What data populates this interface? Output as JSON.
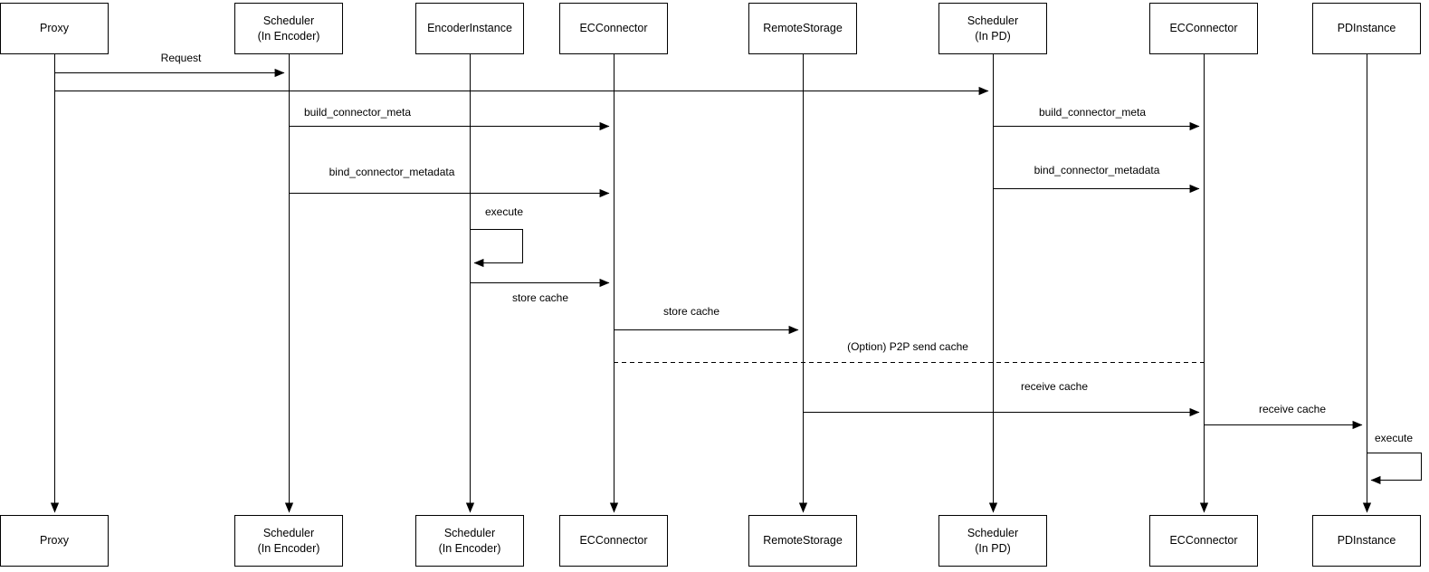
{
  "diagram": {
    "type": "sequence-diagram",
    "background": "#ffffff",
    "line_color": "#000000",
    "actors_top": [
      {
        "label": "Proxy"
      },
      {
        "label": "Scheduler\n(In Encoder)"
      },
      {
        "label": "EncoderInstance"
      },
      {
        "label": "ECConnector"
      },
      {
        "label": "RemoteStorage"
      },
      {
        "label": "Scheduler\n(In PD)"
      },
      {
        "label": "ECConnector"
      },
      {
        "label": "PDInstance"
      }
    ],
    "actors_bottom": [
      {
        "label": "Proxy"
      },
      {
        "label": "Scheduler\n(In Encoder)"
      },
      {
        "label": "Scheduler\n(In Encoder)"
      },
      {
        "label": "ECConnector"
      },
      {
        "label": "RemoteStorage"
      },
      {
        "label": "Scheduler\n(In PD)"
      },
      {
        "label": "ECConnector"
      },
      {
        "label": "PDInstance"
      }
    ],
    "messages": [
      {
        "label": "Request",
        "from": "Proxy",
        "to": "Scheduler (In Encoder)",
        "style": "solid-arrow"
      },
      {
        "label": "",
        "from": "Proxy",
        "to": "Scheduler (In PD)",
        "style": "solid-arrow"
      },
      {
        "label": "build_connector_meta",
        "from": "Scheduler (In Encoder)",
        "to": "ECConnector",
        "style": "solid-arrow"
      },
      {
        "label": "build_connector_meta",
        "from": "Scheduler (In PD)",
        "to": "ECConnector",
        "style": "solid-arrow"
      },
      {
        "label": "bind_connector_metadata",
        "from": "Scheduler (In Encoder)",
        "to": "ECConnector",
        "style": "solid-arrow"
      },
      {
        "label": "bind_connector_metadata",
        "from": "Scheduler (In PD)",
        "to": "ECConnector",
        "style": "solid-arrow"
      },
      {
        "label": "execute",
        "from": "EncoderInstance",
        "to": "EncoderInstance",
        "style": "self-loop"
      },
      {
        "label": "store cache",
        "from": "EncoderInstance",
        "to": "ECConnector",
        "style": "solid-arrow"
      },
      {
        "label": "store cache",
        "from": "ECConnector",
        "to": "RemoteStorage",
        "style": "solid-arrow"
      },
      {
        "label": "(Option) P2P send cache",
        "from": "ECConnector",
        "to": "ECConnector (PD side)",
        "style": "dashed"
      },
      {
        "label": "receive cache",
        "from": "RemoteStorage",
        "to": "ECConnector (PD side)",
        "style": "solid-arrow"
      },
      {
        "label": "receive cache",
        "from": "ECConnector (PD side)",
        "to": "PDInstance",
        "style": "solid-arrow"
      },
      {
        "label": "execute",
        "from": "PDInstance",
        "to": "PDInstance",
        "style": "self-loop"
      }
    ]
  }
}
